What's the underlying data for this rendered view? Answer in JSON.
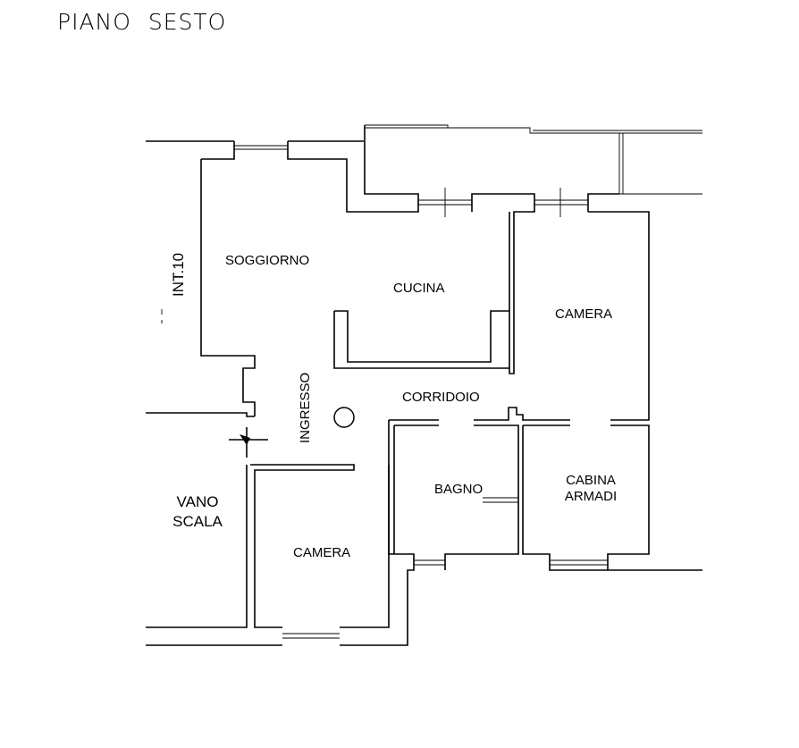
{
  "title": "PIANO SESTO",
  "rooms": {
    "soggiorno": "SOGGIORNO",
    "cucina": "CUCINA",
    "camera_top_right": "CAMERA",
    "corridoio": "CORRIDOIO",
    "ingresso": "INGRESSO",
    "bagno": "BAGNO",
    "cabina_line1": "CABINA",
    "cabina_line2": "ARMADI",
    "camera_bottom": "CAMERA",
    "vano_line1": "VANO",
    "vano_line2": "SCALA",
    "int": "INT.10"
  }
}
